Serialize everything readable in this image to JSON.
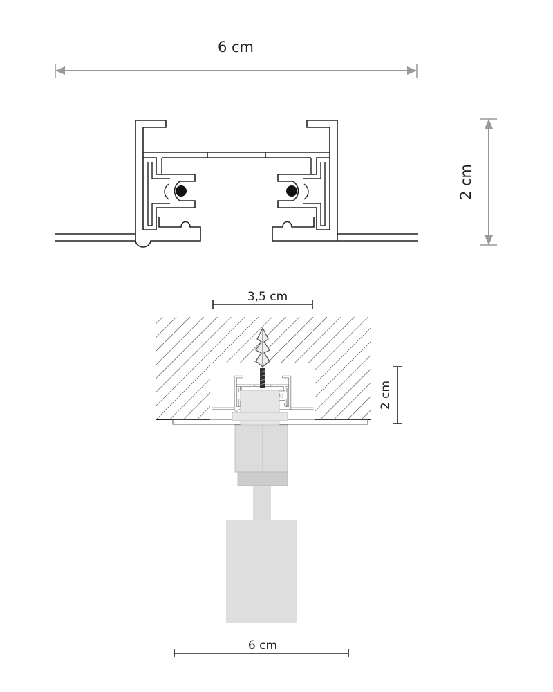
{
  "top_view": {
    "width_label": "6 cm",
    "height_label": "2 cm"
  },
  "bottom_view": {
    "top_width_label": "3,5 cm",
    "height_label": "2 cm",
    "bottom_width_label": "6 cm"
  },
  "colors": {
    "outline": "#222222",
    "dimension_gray": "#999999",
    "fixture_gray": "#dcdcdc",
    "fixture_dark": "#c8c8c8"
  }
}
